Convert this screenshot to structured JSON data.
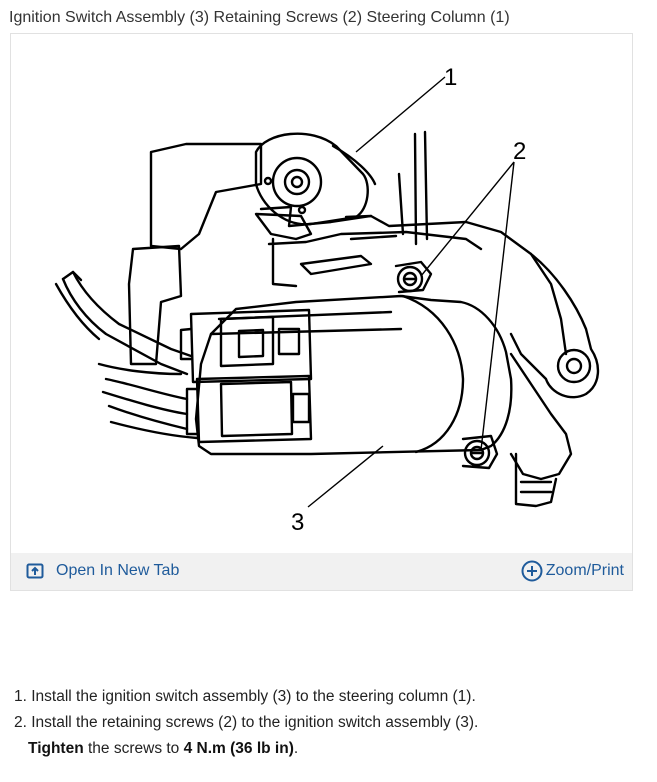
{
  "figure": {
    "caption": "Ignition Switch Assembly (3) Retaining Screws (2) Steering Column (1)",
    "callouts": [
      "1",
      "2",
      "3"
    ],
    "open_tab_label": "Open In New Tab",
    "zoom_label": "Zoom/Print",
    "icons": [
      "open-in-new-tab-icon",
      "zoom-plus-icon"
    ],
    "link_color": "#1f5b9b"
  },
  "steps": {
    "items": [
      "1. Install the ignition switch assembly (3) to the steering column (1).",
      "2. Install the retaining screws (2) to the ignition switch assembly (3)."
    ],
    "tighten_word": "Tighten",
    "tighten_middle": " the screws to ",
    "tighten_value": "4 N.m (36 lb in)",
    "tighten_end": "."
  }
}
